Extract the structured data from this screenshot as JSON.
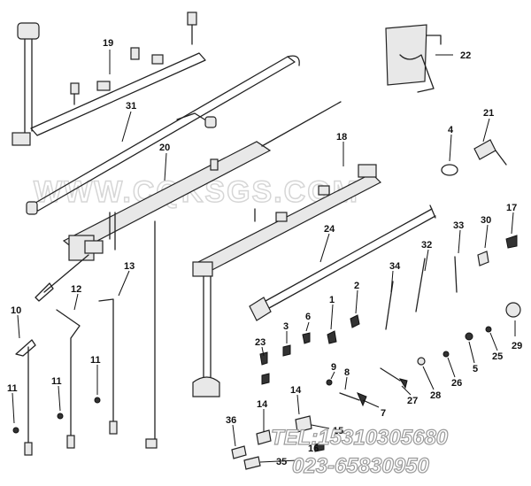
{
  "watermark": "WWW.CQKSGS.COM",
  "contact": {
    "tel": "TEL:15310305680",
    "phone": "023-65830950"
  },
  "labels": {
    "l19": "19",
    "l22": "22",
    "l31": "31",
    "l21": "21",
    "l20": "20",
    "l4": "4",
    "l18": "18",
    "l17": "17",
    "l33": "33",
    "l30": "30",
    "l24": "24",
    "l32": "32",
    "l13": "13",
    "l12": "12",
    "l34": "34",
    "l10": "10",
    "l2": "2",
    "l1": "1",
    "l6": "6",
    "l3": "3",
    "l29": "29",
    "l23": "23",
    "l25": "25",
    "l11a": "11",
    "l5": "5",
    "l26": "26",
    "l9": "9",
    "l8": "8",
    "l28": "28",
    "l27": "27",
    "l11b": "11",
    "l11c": "11",
    "l14a": "14",
    "l7": "7",
    "l14b": "14",
    "l36": "36",
    "l15": "15",
    "l16": "16",
    "l35": "35"
  }
}
